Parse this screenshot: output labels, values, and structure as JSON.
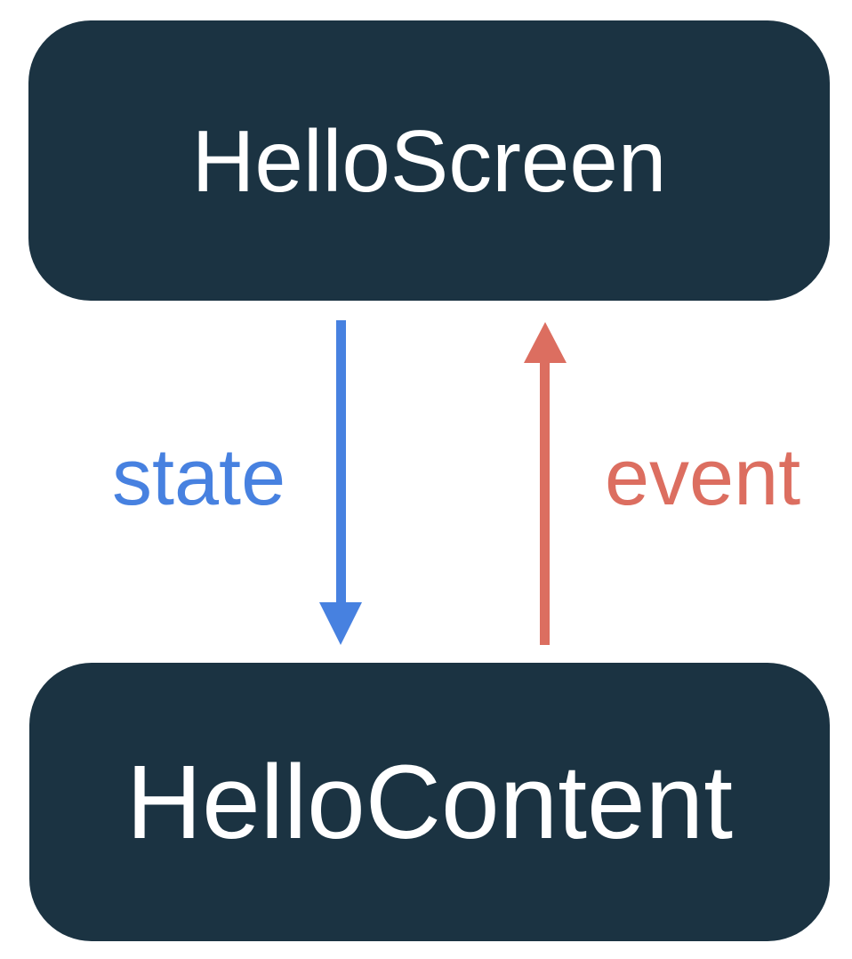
{
  "diagram": {
    "title": "state hoisting unidirectional data flow",
    "colors": {
      "background": "#FFFFFF",
      "box": "#1B3342",
      "box_text": "#FFFFFF",
      "state": "#4781E0",
      "event": "#DC6E60"
    },
    "top_box": {
      "label": "HelloScreen"
    },
    "bottom_box": {
      "label": "HelloContent"
    },
    "arrows": {
      "state": {
        "label": "state",
        "direction": "down",
        "from": "HelloScreen",
        "to": "HelloContent"
      },
      "event": {
        "label": "event",
        "direction": "up",
        "from": "HelloContent",
        "to": "HelloScreen"
      }
    }
  }
}
